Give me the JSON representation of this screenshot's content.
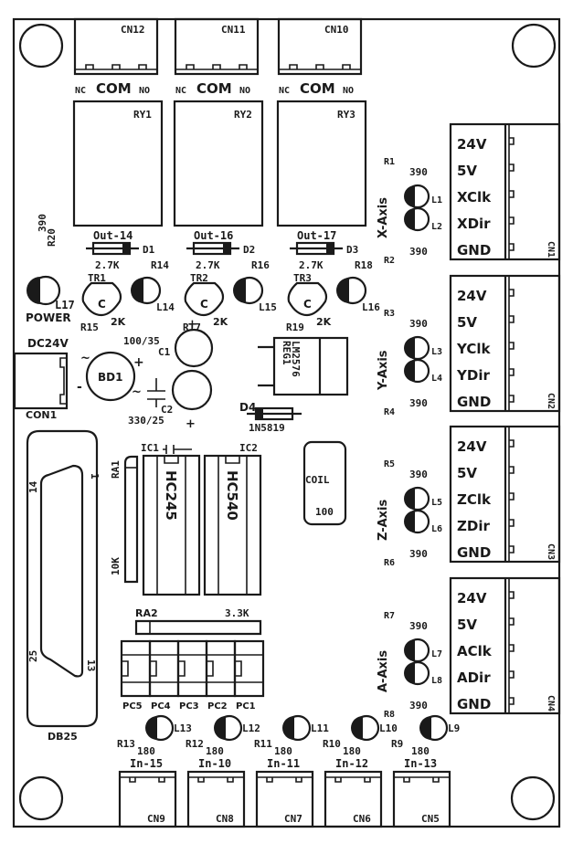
{
  "board": {
    "background_color": "#ffffff",
    "ink_color": "#1a1a1a"
  },
  "relay_connectors": [
    {
      "id": "CN12",
      "pins": [
        "NC",
        "COM",
        "NO"
      ],
      "relay": "RY1",
      "output": "Out-14",
      "diode": "D1",
      "resistor": "R14",
      "resistor_value": "2.7K"
    },
    {
      "id": "CN11",
      "pins": [
        "NC",
        "COM",
        "NO"
      ],
      "relay": "RY2",
      "output": "Out-16",
      "diode": "D2",
      "resistor": "R16",
      "resistor_value": "2.7K"
    },
    {
      "id": "CN10",
      "pins": [
        "NC",
        "COM",
        "NO"
      ],
      "relay": "RY3",
      "output": "Out-17",
      "diode": "D3",
      "resistor": "R18",
      "resistor_value": "2.7K"
    }
  ],
  "transistors": [
    {
      "id": "TR1",
      "pin": "C",
      "resistor": "R15",
      "resistor_value": "2K",
      "led": "L14"
    },
    {
      "id": "TR2",
      "pin": "C",
      "resistor": "R17",
      "resistor_value": "2K",
      "led": "L15"
    },
    {
      "id": "TR3",
      "pin": "C",
      "resistor": "R19",
      "resistor_value": "2K",
      "led": "L16"
    }
  ],
  "power": {
    "led": "L17",
    "led_label": "POWER",
    "resistor": "R20",
    "resistor_value": "390",
    "input_label": "DC24V",
    "connector": "CON1",
    "bridge": "BD1",
    "bridge_plus": "+",
    "bridge_minus": "-",
    "bridge_ac": "~",
    "c1_value": "100/35",
    "c1_id": "C1",
    "c2_value": "330/25",
    "c2_id": "C2",
    "plus": "+",
    "regulator_part": "LM2576",
    "regulator_id": "REG1",
    "diode_id": "D4",
    "diode_part": "1N5819",
    "coil_label": "COIL",
    "coil_value": "100"
  },
  "axis_connectors": [
    {
      "axis_label": "X-Axis",
      "connector": "CN1",
      "pins": [
        "24V",
        "5V",
        "XClk",
        "XDir",
        "GND"
      ],
      "r_top": "R1",
      "r_bottom": "R2",
      "r_value": "390",
      "led_top": "L1",
      "led_bottom": "L2"
    },
    {
      "axis_label": "Y-Axis",
      "connector": "CN2",
      "pins": [
        "24V",
        "5V",
        "YClk",
        "YDir",
        "GND"
      ],
      "r_top": "R3",
      "r_bottom": "R4",
      "r_value": "390",
      "led_top": "L3",
      "led_bottom": "L4"
    },
    {
      "axis_label": "Z-Axis",
      "connector": "CN3",
      "pins": [
        "24V",
        "5V",
        "ZClk",
        "ZDir",
        "GND"
      ],
      "r_top": "R5",
      "r_bottom": "R6",
      "r_value": "390",
      "led_top": "L5",
      "led_bottom": "L6"
    },
    {
      "axis_label": "A-Axis",
      "connector": "CN4",
      "pins": [
        "24V",
        "5V",
        "AClk",
        "ADir",
        "GND"
      ],
      "r_top": "R7",
      "r_bottom": "R8",
      "r_value": "390",
      "led_top": "L7",
      "led_bottom": "L8"
    }
  ],
  "ics": {
    "ic1_id": "IC1",
    "ic1_part": "HC245",
    "ic2_id": "IC2",
    "ic2_part": "HC540",
    "ra1_id": "RA1",
    "ra1_value": "10K",
    "ra2_id": "RA2",
    "ra2_value": "3.3K"
  },
  "db25": {
    "label": "DB25",
    "pin_14": "14",
    "pin_1": "1",
    "pin_25": "25",
    "pin_13": "13"
  },
  "pc_header": [
    "PC5",
    "PC4",
    "PC3",
    "PC2",
    "PC1"
  ],
  "input_connectors": [
    {
      "id": "CN9",
      "input": "In-15",
      "resistor": "R13",
      "resistor_value": "180",
      "led": "L13"
    },
    {
      "id": "CN8",
      "input": "In-10",
      "resistor": "R12",
      "resistor_value": "180",
      "led": "L12"
    },
    {
      "id": "CN7",
      "input": "In-11",
      "resistor": "R11",
      "resistor_value": "180",
      "led": "L11"
    },
    {
      "id": "CN6",
      "input": "In-12",
      "resistor": "R10",
      "resistor_value": "180",
      "led": "L10"
    },
    {
      "id": "CN5",
      "input": "In-13",
      "resistor": "R9",
      "resistor_value": "180",
      "led": "L9"
    }
  ]
}
